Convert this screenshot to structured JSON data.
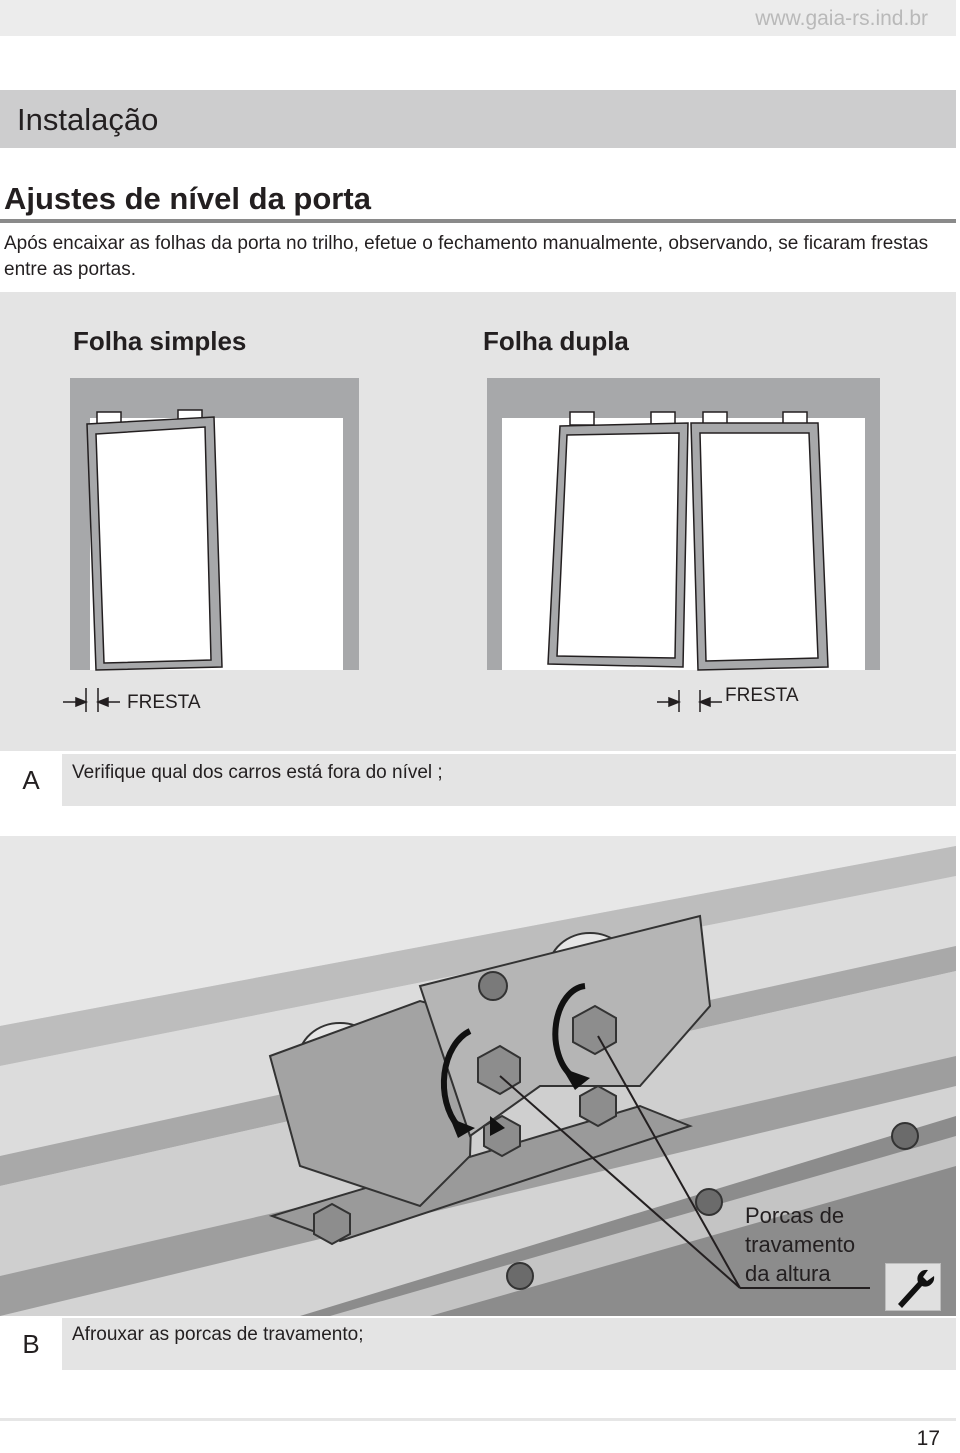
{
  "header": {
    "url": "www.gaia-rs.ind.br"
  },
  "section": {
    "title": "Instalação"
  },
  "subsection": {
    "title": "Ajustes de nível da porta"
  },
  "intro": {
    "text": "Após encaixar as folhas da porta no trilho, efetue o fechamento manualmente, observando, se ficaram frestas entre as portas."
  },
  "diagram": {
    "left_label": "Folha simples",
    "right_label": "Folha dupla",
    "gap_label_left": "FRESTA",
    "gap_label_right": "FRESTA"
  },
  "steps": [
    {
      "letter": "A",
      "text": "Verifique qual dos carros está fora do nível ;"
    },
    {
      "letter": "B",
      "text": "Afrouxar as porcas de travamento;"
    }
  ],
  "photo": {
    "callout": [
      "Porcas de",
      "travamento",
      "da altura"
    ],
    "tool_icon": "wrench-icon"
  },
  "footer": {
    "page_number": "17"
  }
}
